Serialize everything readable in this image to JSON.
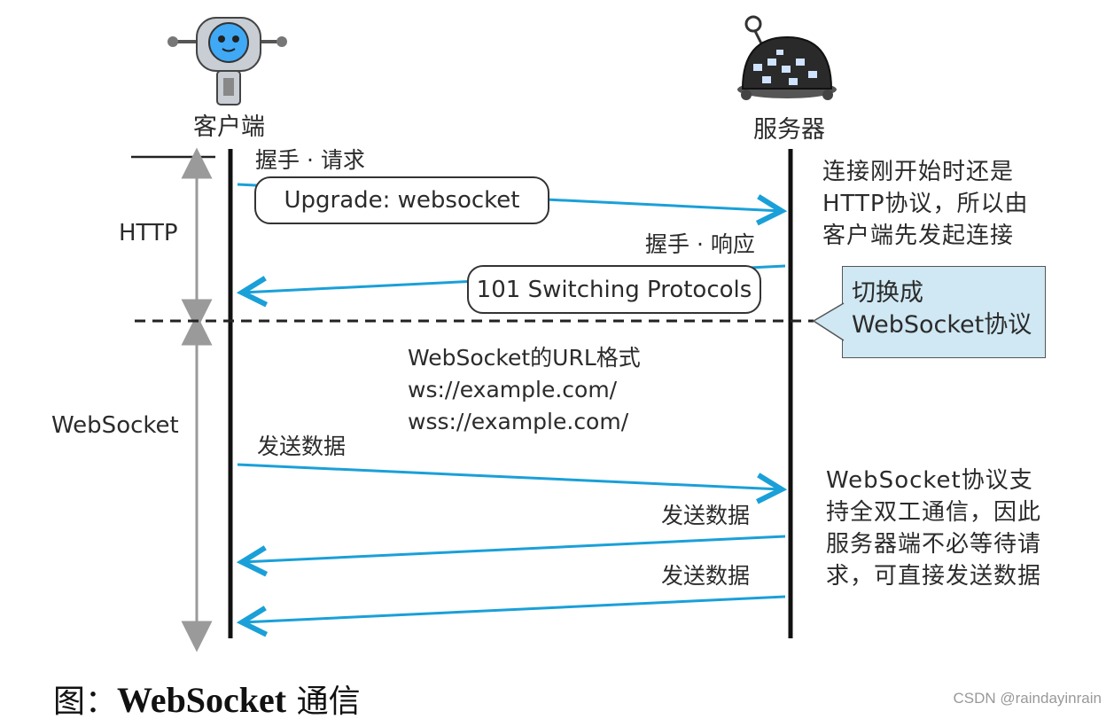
{
  "actors": {
    "client": "客户端",
    "server": "服务器"
  },
  "phases": {
    "http": "HTTP",
    "websocket": "WebSocket"
  },
  "messages": {
    "handshake_request_label": "握手 · 请求",
    "upgrade_bubble": "Upgrade: websocket",
    "handshake_response_label": "握手 · 响应",
    "switching_bubble": "101 Switching Protocols",
    "send_data_1": "发送数据",
    "send_data_2": "发送数据",
    "send_data_3": "发送数据"
  },
  "url_format": {
    "title": "WebSocket的URL格式",
    "ws": "ws://example.com/",
    "wss": "wss://example.com/"
  },
  "notes": {
    "connection_start": "连接刚开始时还是HTTP协议，所以由客户端先发起连接",
    "switch_callout_line1": "切换成",
    "switch_callout_line2": "WebSocket协议",
    "full_duplex": "WebSocket协议支持全双工通信，因此服务器端不必等待请求，可直接发送数据"
  },
  "caption": {
    "prefix": "图：",
    "bold": "WebSocket",
    "suffix": " 通信"
  },
  "watermark": "CSDN @raindayinrain",
  "colors": {
    "arrow": "#1aa0d8",
    "callout_bg": "#cfe8f3",
    "phase_arrow": "#9a9a9a",
    "robot_client": "#3fa9f5",
    "robot_server": "#2a2a2a"
  }
}
